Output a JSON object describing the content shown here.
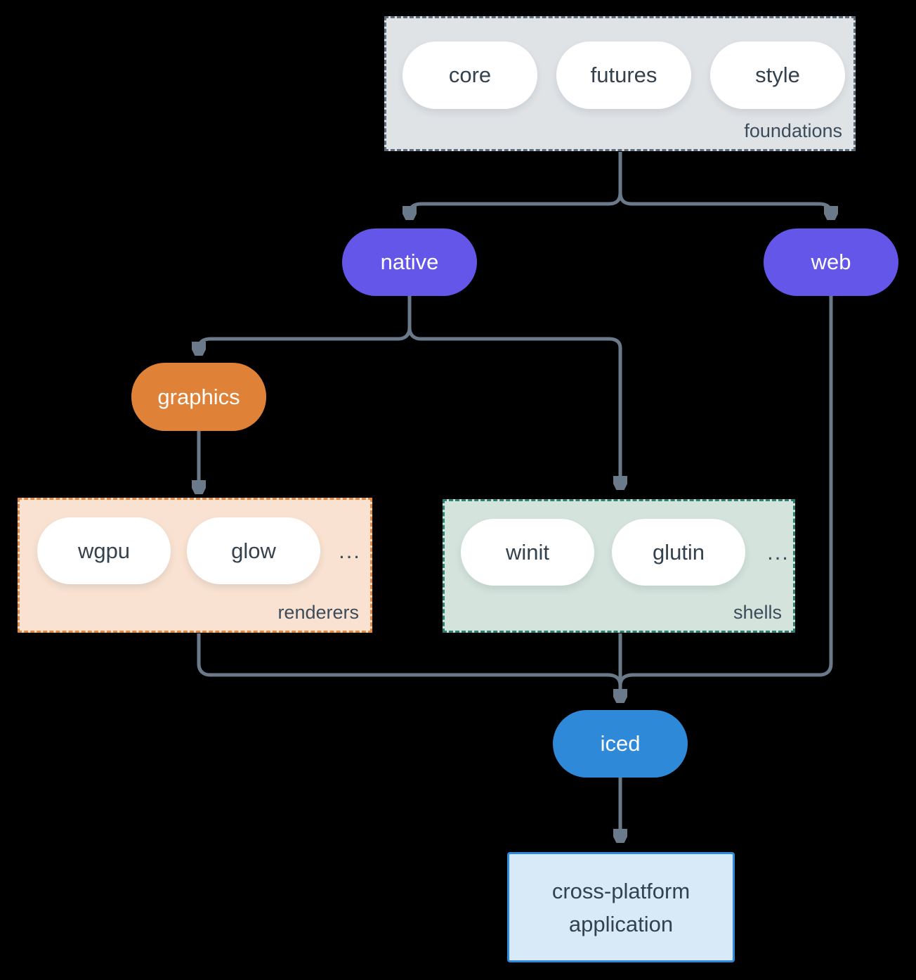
{
  "groups": {
    "foundations": {
      "label": "foundations",
      "pills": [
        "core",
        "futures",
        "style"
      ]
    },
    "renderers": {
      "label": "renderers",
      "pills": [
        "wgpu",
        "glow"
      ],
      "more": "..."
    },
    "shells": {
      "label": "shells",
      "pills": [
        "winit",
        "glutin"
      ],
      "more": "..."
    }
  },
  "nodes": {
    "native": {
      "label": "native"
    },
    "web": {
      "label": "web"
    },
    "graphics": {
      "label": "graphics"
    },
    "iced": {
      "label": "iced"
    },
    "application": {
      "line1": "cross-platform",
      "line2": "application"
    }
  },
  "edges": [
    {
      "from": "foundations",
      "to": "native"
    },
    {
      "from": "foundations",
      "to": "web"
    },
    {
      "from": "native",
      "to": "graphics"
    },
    {
      "from": "native",
      "to": "shells"
    },
    {
      "from": "graphics",
      "to": "renderers"
    },
    {
      "from": "renderers",
      "to": "iced"
    },
    {
      "from": "shells",
      "to": "iced"
    },
    {
      "from": "web",
      "to": "iced"
    },
    {
      "from": "iced",
      "to": "application"
    }
  ],
  "colors": {
    "background": "#000000",
    "edge": "#6b7a8a",
    "node_purple": "#6456e8",
    "node_orange": "#e08138",
    "node_blue": "#2e89d8",
    "pill_text": "#34424e",
    "foundations_fill": "#dfe3e6",
    "foundations_border": "#5c6e7e",
    "renderers_fill": "#f9e2d1",
    "renderers_border": "#e6893f",
    "shells_fill": "#d4e3dc",
    "shells_border": "#2e7f70",
    "application_fill": "#d8e9f8",
    "application_border": "#2e89d8"
  }
}
